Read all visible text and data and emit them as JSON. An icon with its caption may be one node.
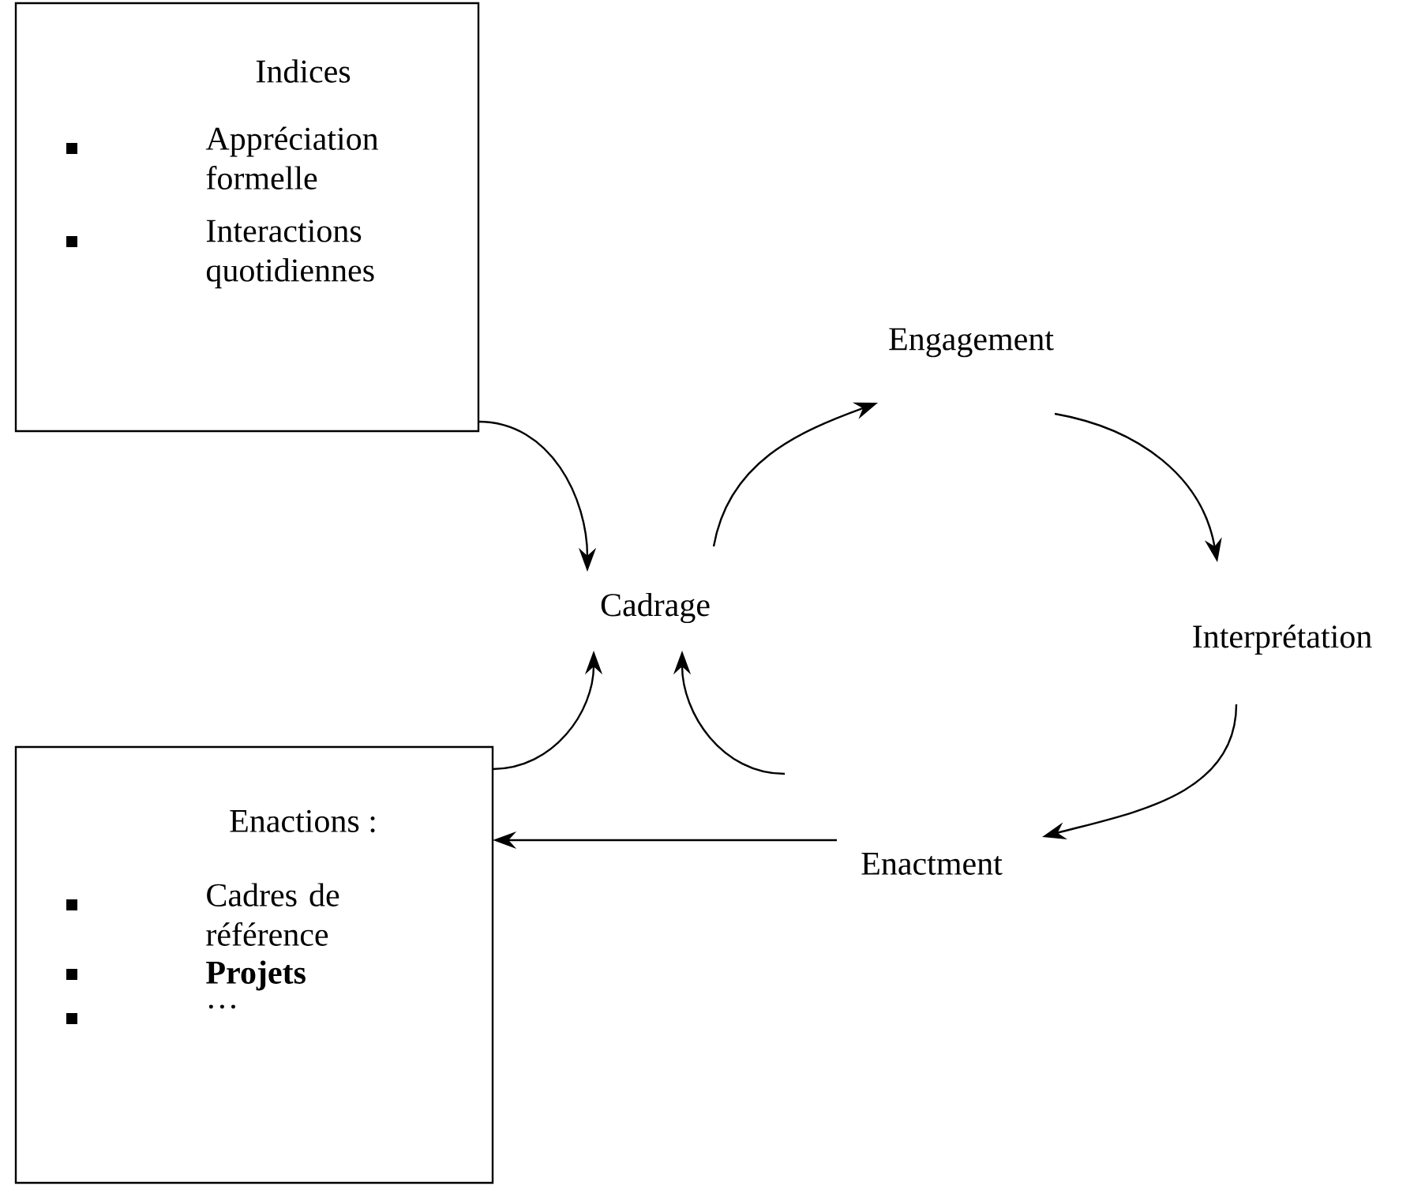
{
  "diagram": {
    "nodes": [
      {
        "text": [
          "Indices",
          "Appréciation formelle",
          "Interactions quotidiennes"
        ]
      },
      {
        "text": [
          "Cadrage"
        ]
      },
      {
        "text": [
          "Engagement"
        ]
      },
      {
        "text": [
          "Interprétation"
        ]
      },
      {
        "text": [
          "Enactment"
        ]
      },
      {
        "text": [
          "Enactions :",
          "Cadres de référence",
          "**Projets**",
          "…"
        ]
      }
    ],
    "edges": [
      {
        "from": 0,
        "to": 1,
        "arrow": "to"
      },
      {
        "from": 5,
        "to": 1,
        "arrow": "to"
      },
      {
        "from": 1,
        "to": 2,
        "arrow": "to"
      },
      {
        "from": 2,
        "to": 3,
        "arrow": "to"
      },
      {
        "from": 3,
        "to": 4,
        "arrow": "to"
      },
      {
        "from": 4,
        "to": 1,
        "arrow": "to"
      },
      {
        "from": 4,
        "to": 5,
        "arrow": "to"
      }
    ]
  }
}
